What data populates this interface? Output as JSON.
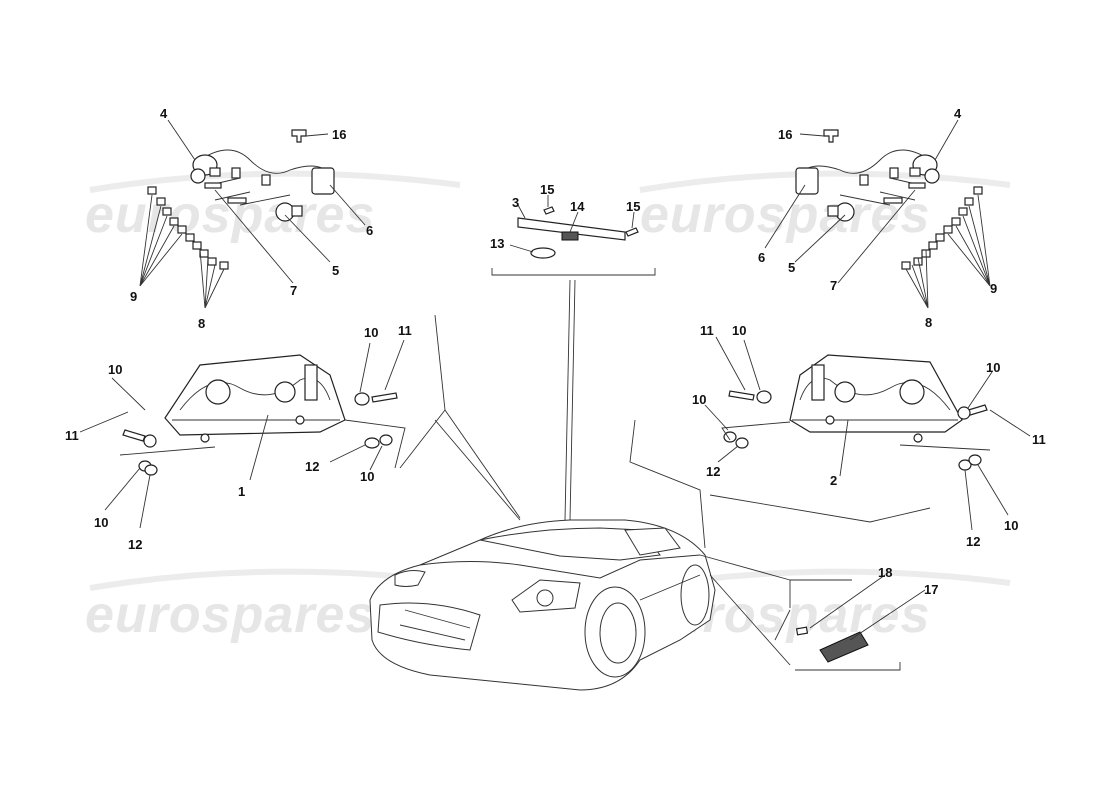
{
  "watermark": "eurospares",
  "callouts": {
    "n1": "1",
    "n2": "2",
    "n3": "3",
    "n4": "4",
    "n5": "5",
    "n6": "6",
    "n7": "7",
    "n8": "8",
    "n9": "9",
    "n10": "10",
    "n11": "11",
    "n12": "12",
    "n13": "13",
    "n14": "14",
    "n15": "15",
    "n16": "16",
    "n17": "17",
    "n18": "18"
  }
}
